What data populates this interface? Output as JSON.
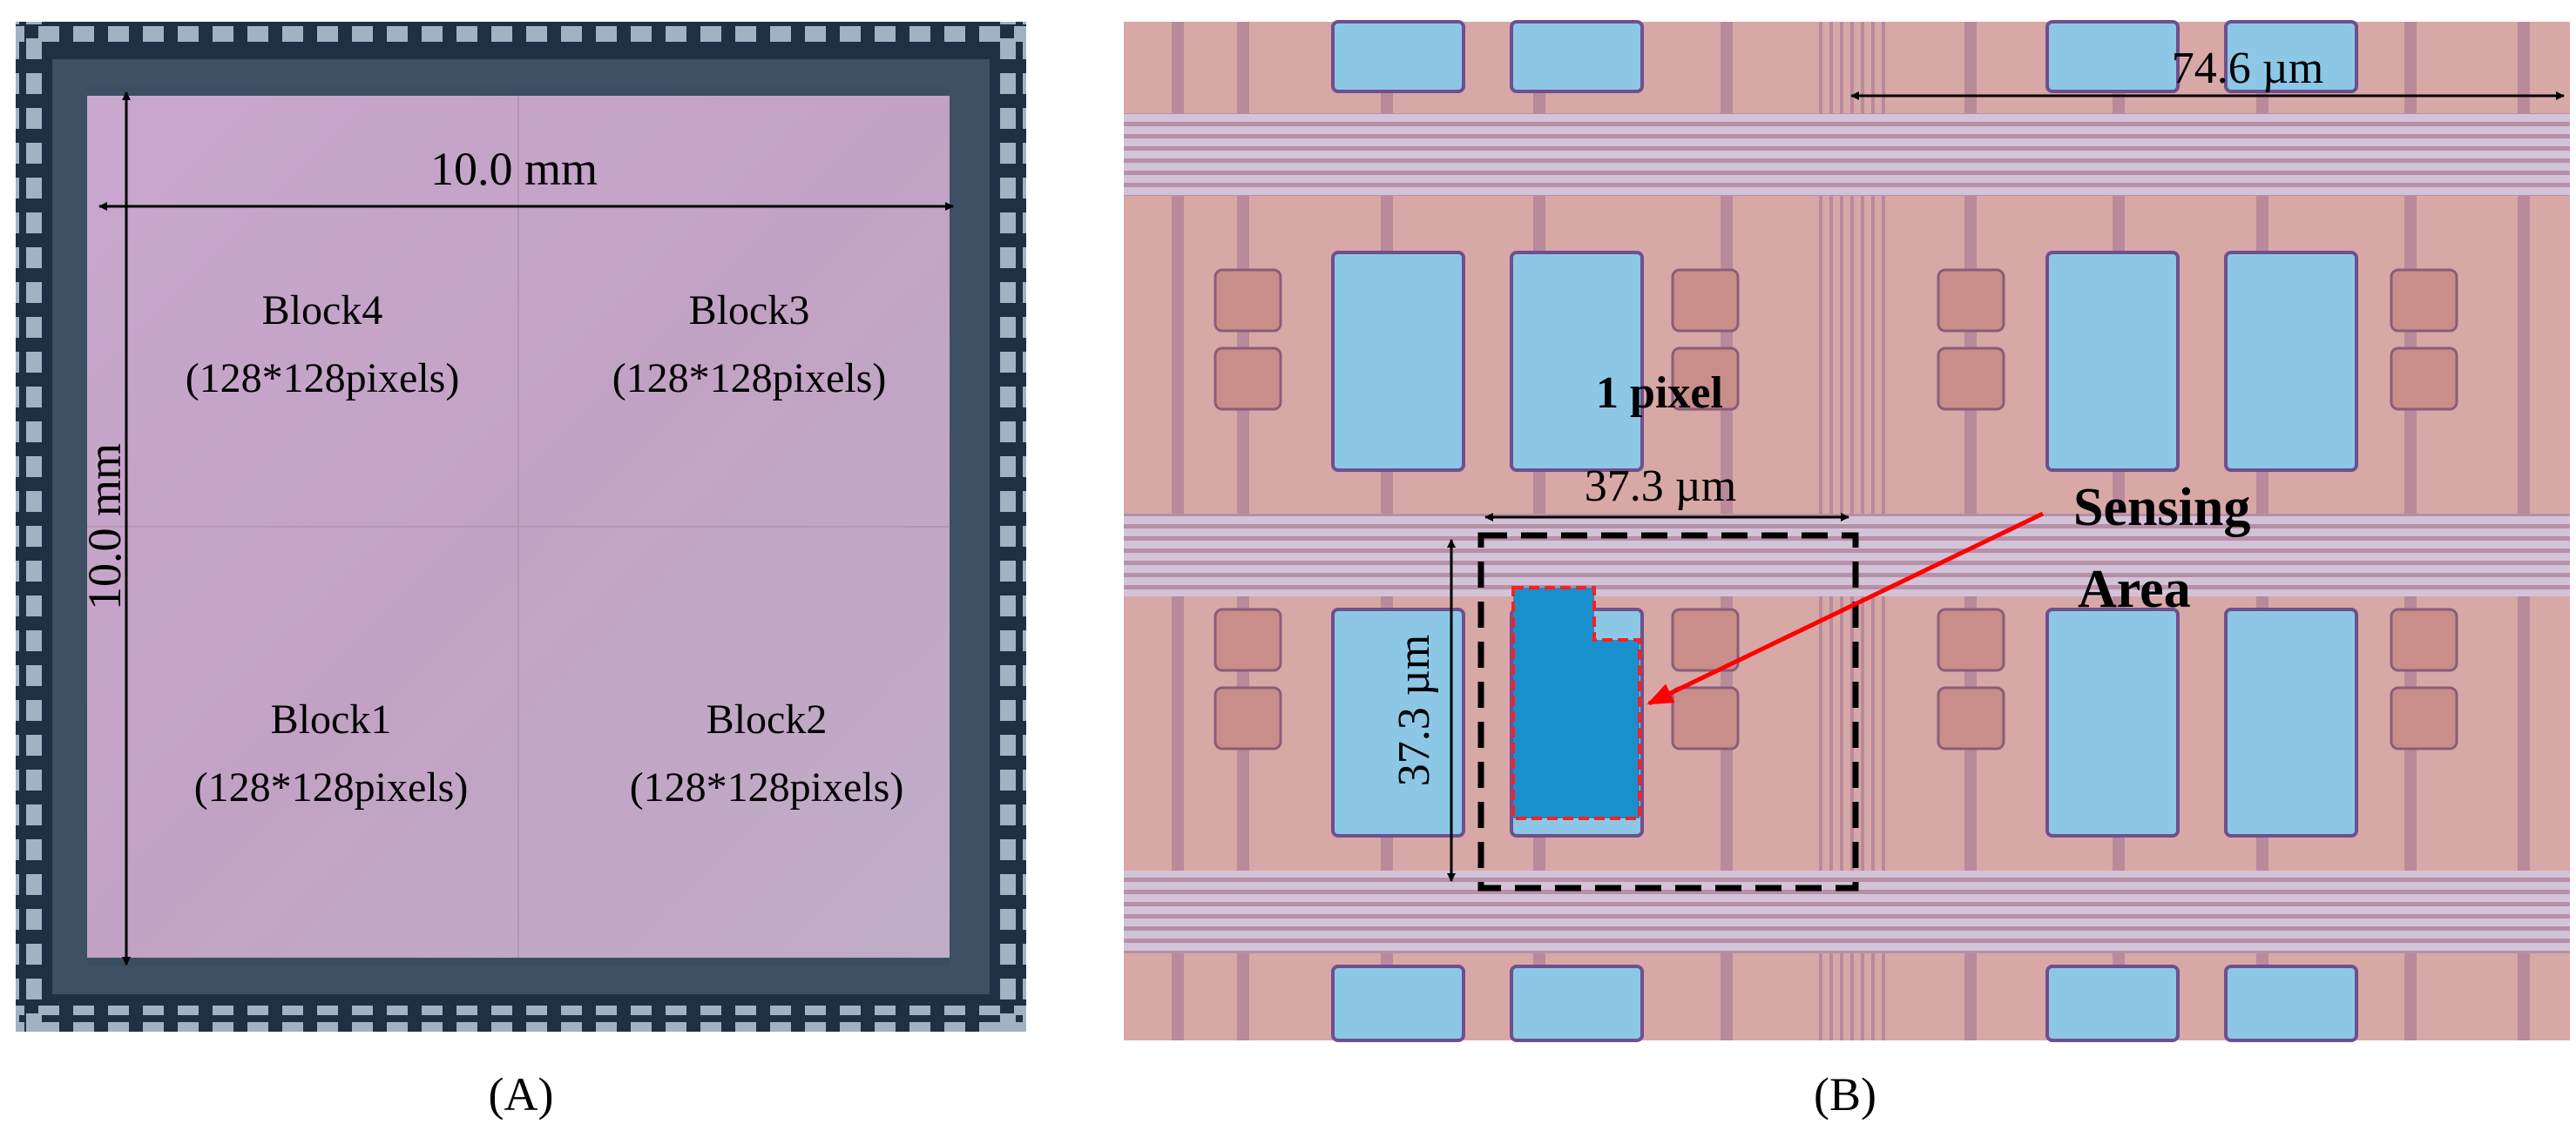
{
  "panel_a": {
    "caption": "(A)",
    "width_dim": "10.0 mm",
    "height_dim": "10.0 mm",
    "blocks": [
      {
        "name": "Block4",
        "size": "(128*128pixels)"
      },
      {
        "name": "Block3",
        "size": "(128*128pixels)"
      },
      {
        "name": "Block1",
        "size": "(128*128pixels)"
      },
      {
        "name": "Block2",
        "size": "(128*128pixels)"
      }
    ]
  },
  "panel_b": {
    "caption": "(B)",
    "pitch_dim": "74.6 µm",
    "pixel_label": "1 pixel",
    "pixel_width_dim": "37.3 µm",
    "pixel_height_dim": "37.3 µm",
    "sensing_label_line1": "Sensing",
    "sensing_label_line2": "Area"
  },
  "colors": {
    "die_background": "#c6a7c2",
    "chip_frame": "#2b3c52",
    "micrograph_background": "#d7a8a6",
    "electrode_blue": "#8cc8e6",
    "sensing_fill": "#1a8fcd",
    "sensing_outline": "#ff2020",
    "arrow_red": "#ff0000",
    "dimension_black": "#000000"
  }
}
